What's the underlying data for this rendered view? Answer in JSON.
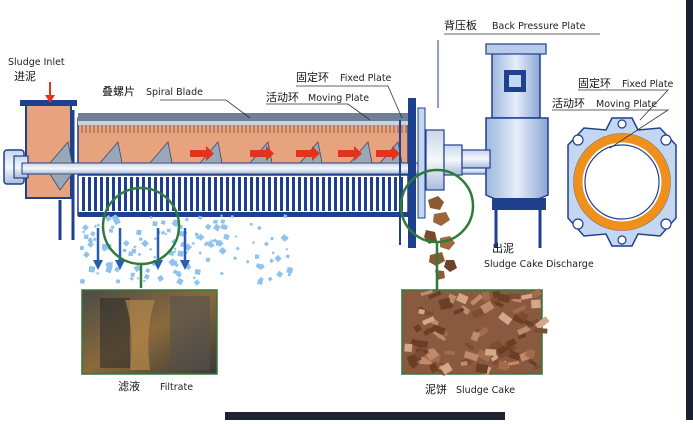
{
  "labels": {
    "sludge_inlet_en": "Sludge Inlet",
    "sludge_inlet_cn": "进泥",
    "spiral_blade_cn": "叠螺片",
    "spiral_blade_en": "Spiral Blade",
    "fixed_plate_cn": "固定环",
    "fixed_plate_en": "Fixed Plate",
    "moving_plate_cn": "活动环",
    "moving_plate_en": "Moving Plate",
    "back_pressure_cn": "背压板",
    "back_pressure_en": "Back Pressure Plate",
    "ring_fixed_cn": "固定环",
    "ring_fixed_en": "Fixed Plate",
    "ring_moving_cn": "活动环",
    "ring_moving_en": "Moving Plate",
    "discharge_cn": "出泥",
    "discharge_en": "Sludge Cake Discharge",
    "filtrate_cn": "滤液",
    "filtrate_en": "Filtrate",
    "cake_cn": "泥饼",
    "cake_en": "Sludge Cake"
  },
  "colors": {
    "frame_blue": "#1f3f8f",
    "sludge_orange": "#e7a27e",
    "motor_blue": "#c4d7f1",
    "arrow_red": "#e0341c",
    "ring_orange": "#ef8f1c",
    "water_blue": "#8fc3ee",
    "circle_green": "#2e7b3a"
  }
}
